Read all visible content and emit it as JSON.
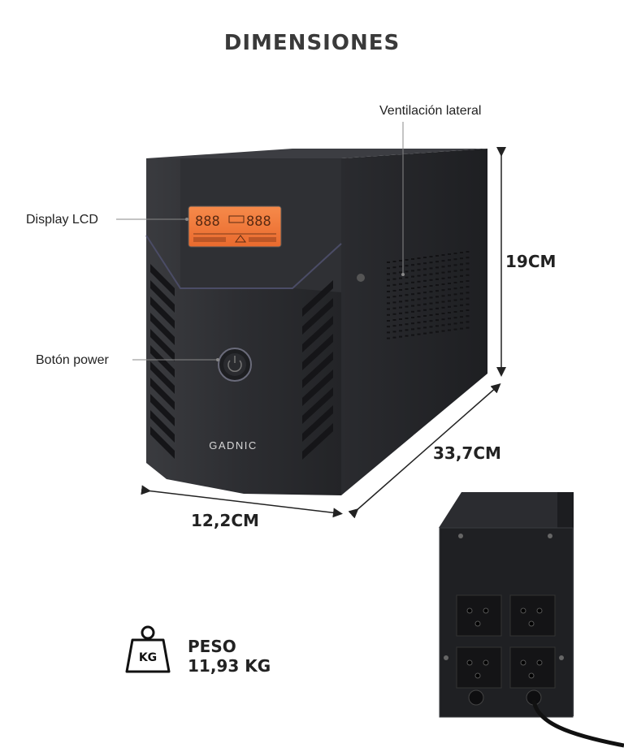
{
  "title": "DIMENSIONES",
  "callouts": {
    "vent": "Ventilación lateral",
    "display": "Display LCD",
    "power": "Botón power"
  },
  "dimensions": {
    "height": "19CM",
    "depth": "33,7CM",
    "width": "12,2CM"
  },
  "brand": "GADNIC",
  "weight": {
    "icon_text": "KG",
    "label": "PESO",
    "value": "11,93 KG"
  },
  "lcd": {
    "left_digits": "888",
    "right_digits": "888"
  },
  "colors": {
    "lcd": "#f07a3a",
    "case": "#2a2b2e",
    "text": "#222222"
  }
}
